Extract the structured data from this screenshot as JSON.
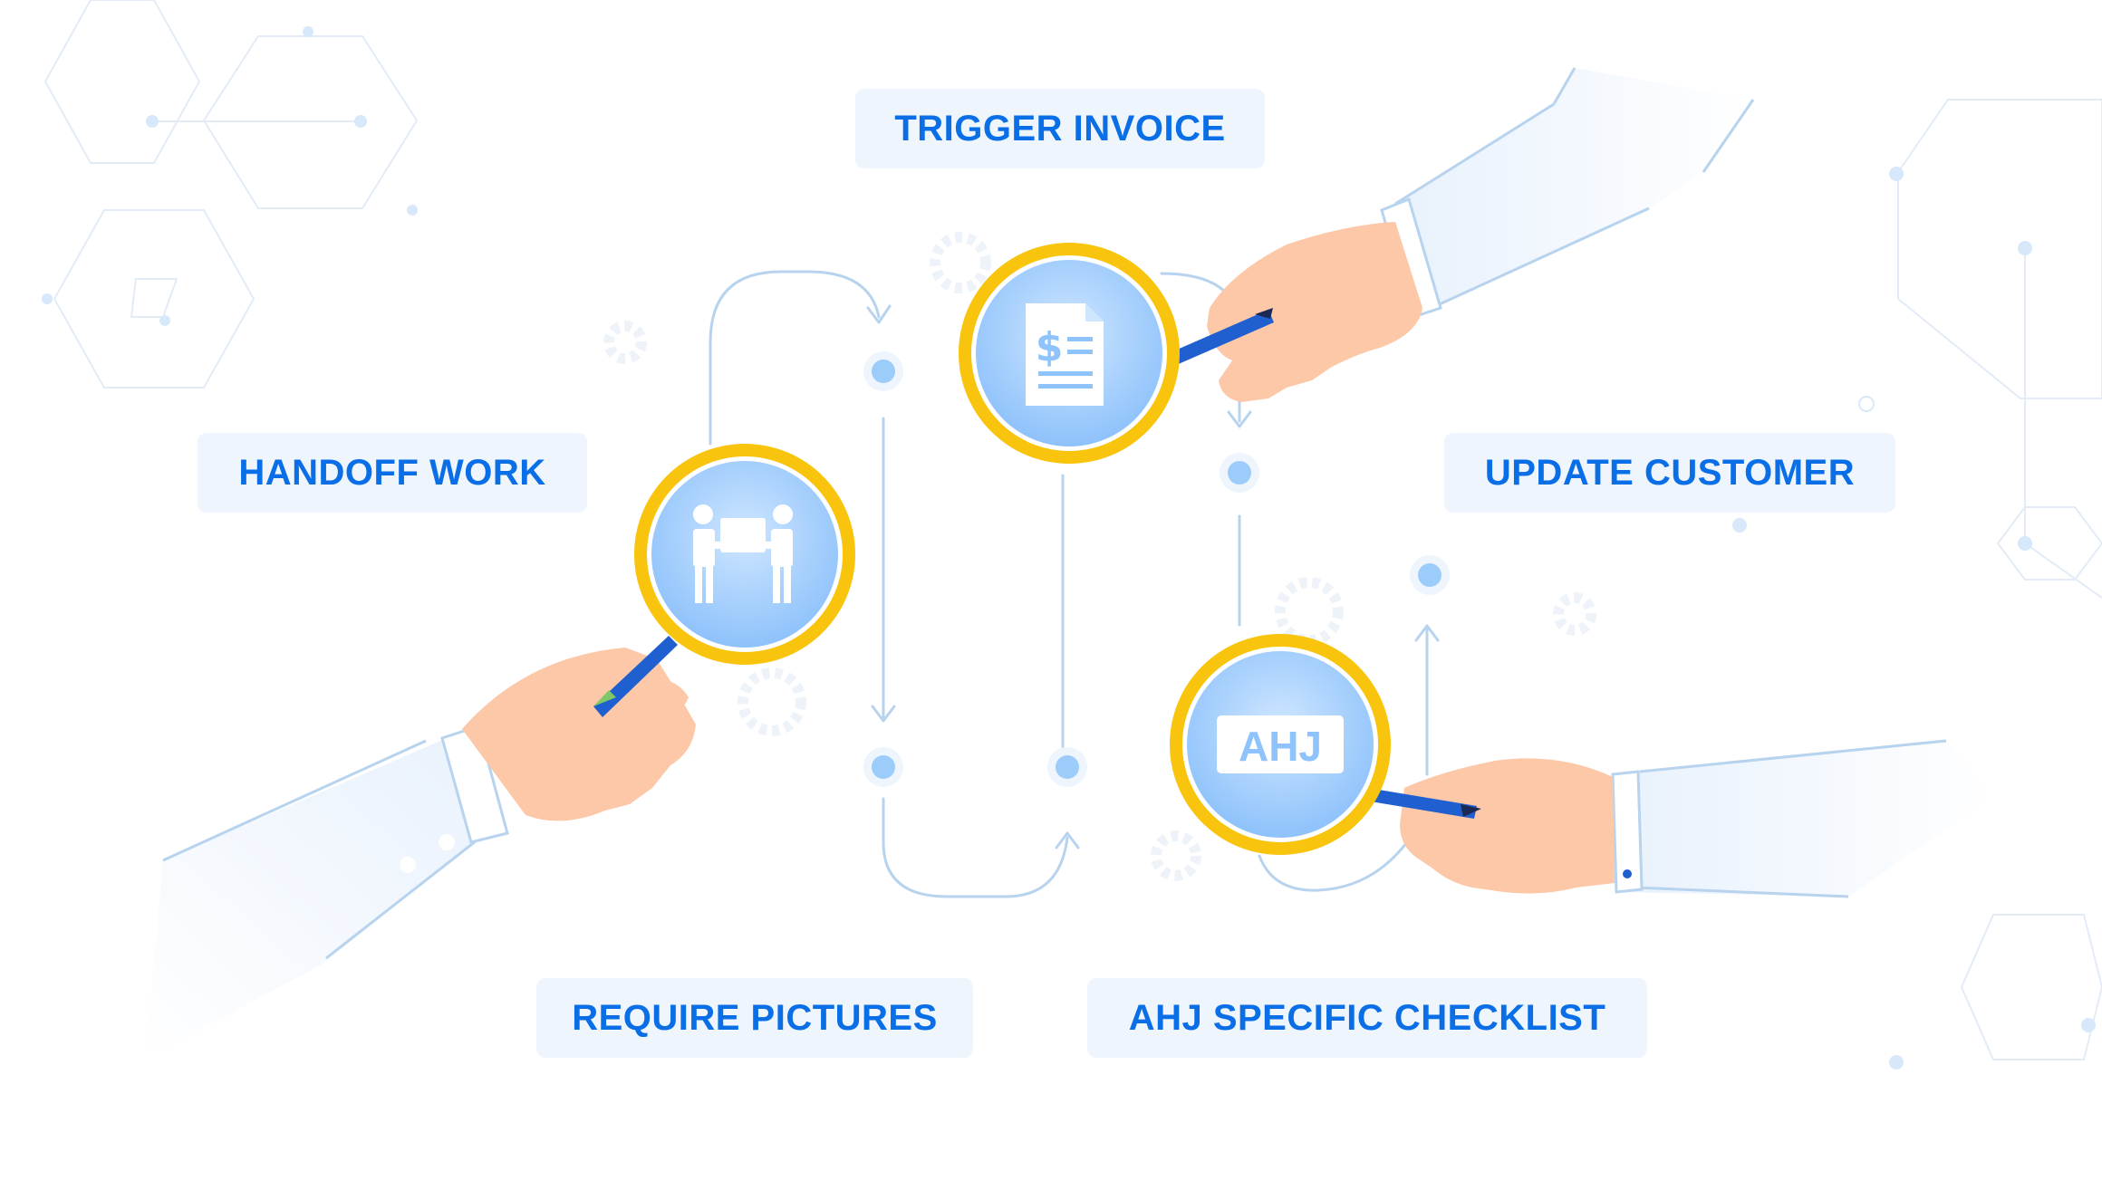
{
  "labels": {
    "trigger_invoice": "TRIGGER INVOICE",
    "handoff_work": "HANDOFF WORK",
    "update_customer": "UPDATE CUSTOMER",
    "require_pictures": "REQUIRE PICTURES",
    "ahj_checklist": "AHJ SPECIFIC CHECKLIST"
  },
  "lens_icons": {
    "handoff": "people-handoff-icon",
    "invoice": "invoice-document-icon",
    "ahj": "ahj-badge-icon",
    "ahj_text": "AHJ"
  },
  "colors": {
    "label_text": "#0a6fe6",
    "label_bg": "#eef5fd",
    "lens_rim": "#f5c211",
    "lens_fill": "#9fcbfb",
    "flow_line": "#b7d3ee",
    "node": "#9cccfa",
    "skin": "#fcc8a8",
    "sleeve": "#eef5fd"
  }
}
